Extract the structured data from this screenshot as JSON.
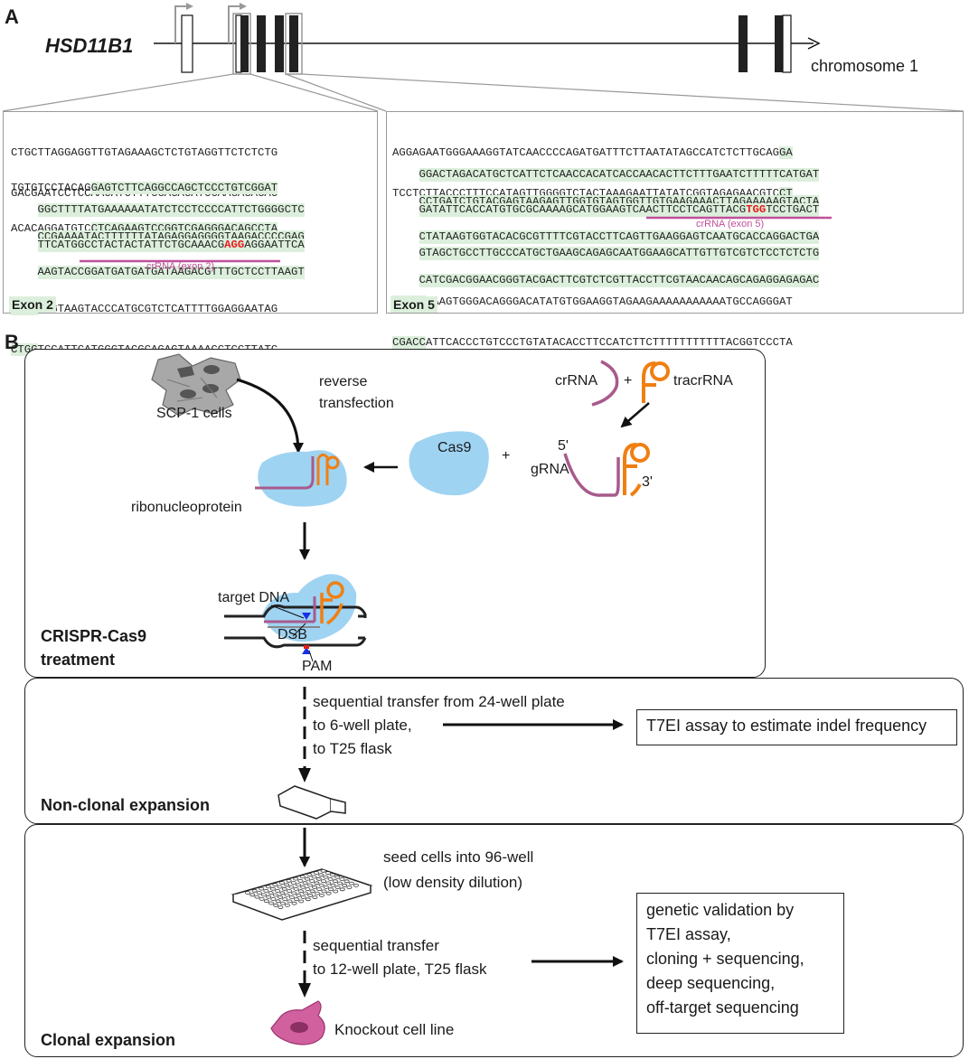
{
  "panel_a": {
    "letter": "A",
    "gene": "HSD11B1",
    "chromosome_label": "chromosome 1"
  },
  "exon2_box": {
    "label": "Exon 2",
    "lines": [
      "CTGCTTAGGAGGTTGTAGAAAGCTCTGTAGGTTCTCTCTG",
      "GACGAATCCTCCAACATCTTTCGAGACATCCAAGAGAGAC",
      "TGTGTCCTACAGGAGTCTTCAGGCCAGCTCCCTGTCGGAT",
      "ACACAGGATGTCCTCAGAAGTCCGGTCGAGGGACAGCCTA",
      "GGCTTTTATGAAAAAATATCTCCTCCCCATTCTGGGGCTC",
      "CCGAAAATACTTTTTTATAGAGGAGGGGTAAGACCCCGAG",
      "TTCATGGCCTACTACTATTCTGCAAACGAGGAATTCA",
      "AAGTACCGGATGATGATGATAAGACGTTTGCTCCTTAAGT",
      "GACCAGGTAAGTACCCATGCGTCTCATTTTGGAGGAATAG",
      "CTGGTCCATTCATGGGTACGCAGAGTAAAACCTCCTTATC"
    ],
    "crrna_label": "crRNA (exon 2)",
    "pam": "AGG"
  },
  "exon5_box": {
    "label": "Exon 5",
    "lines": [
      "AGGAGAATGGGAAAGGTATCAACCCCAGATGATTTCTTAATATAGCCATCTCTTGCAGGA",
      "TCCTCTTACCCTTTCCATAGTTGGGGTCTACTAAAGAATTATATCGGTAGAGAACGTCCT",
      "GGACTAGACATGCTCATTCTCAACCACATCACCAACACTTCTTTGAATCTTTTTCATGAT",
      "CCTGATCTGTACGAGTAAGAGTTGGTGTAGTGGTTGTGAAGAAACTTAGAAAAAGTACTA",
      "GATATTCACCATGTGCGCAAAAGCATGGAAGTCAACTTCCTCAGTTACGTGGTCCTGACT",
      "CTATAAGTGGTACACGCGTTTTCGTACCTTCAGTTGAAGGAGTCAATGCACCAGGACTGA",
      "GTAGCTGCCTTGCCCATGCTGAAGCAGAGCAATGGAAGCATTGTTGTCGTCTCCTCTCTG",
      "CATCGACGGAACGGGTACGACTTCGTCTCGTTACCTTCGTAACAACAGCAGAGGAGAGAC",
      "GCTGGTAAGTGGGACAGGGACATATGTGGAAGGTAGAAGAAAAAAAAAAATGCCAGGGAT",
      "CGACCATTCACCCTGTCCCTGTATACACCTTCCATCTTCTTTTTTTTTTTACGGTCCCTA"
    ],
    "crrna_label": "crRNA (exon 5)",
    "pam": "TGG"
  },
  "panel_b": {
    "letter": "B",
    "stage1": {
      "title_line1": "CRISPR-Cas9",
      "title_line2": "treatment",
      "cells_label": "SCP-1 cells",
      "rt_line1": "reverse",
      "rt_line2": "transfection",
      "rnp_label": "ribonucleoprotein",
      "cas9_label": "Cas9",
      "crrna_label": "crRNA",
      "tracr_label": "tracrRNA",
      "plus": "+",
      "grna_label": "gRNA",
      "five_prime": "5'",
      "three_prime": "3'",
      "target_label": "target DNA",
      "dsb_label": "DSB",
      "pam_label": "PAM"
    },
    "stage2": {
      "title": "Non-clonal expansion",
      "transfer_line1": "sequential transfer from 24-well plate",
      "transfer_line2": "to 6-well plate,",
      "transfer_line3": "to T25 flask",
      "assay": "T7EI assay to estimate indel frequency"
    },
    "stage3": {
      "title": "Clonal expansion",
      "seed_line1": "seed cells into 96-well",
      "seed_line2": "(low density dilution)",
      "transfer_line1": "sequential transfer",
      "transfer_line2": "to 12-well plate, T25 flask",
      "knockout": "Knockout cell line",
      "validation": [
        "genetic validation by",
        "T7EI assay,",
        "cloning + sequencing,",
        "deep sequencing,",
        "off-target sequencing"
      ]
    }
  },
  "colors": {
    "highlight": "#dcefdc",
    "pam": "#e41c1c",
    "crrna": "#a85a8c",
    "tracrrna": "#f07f12",
    "cas9": "#9fd3f2",
    "knockout_cell": "#d1609f",
    "cell_gray": "#9a9a9a"
  }
}
